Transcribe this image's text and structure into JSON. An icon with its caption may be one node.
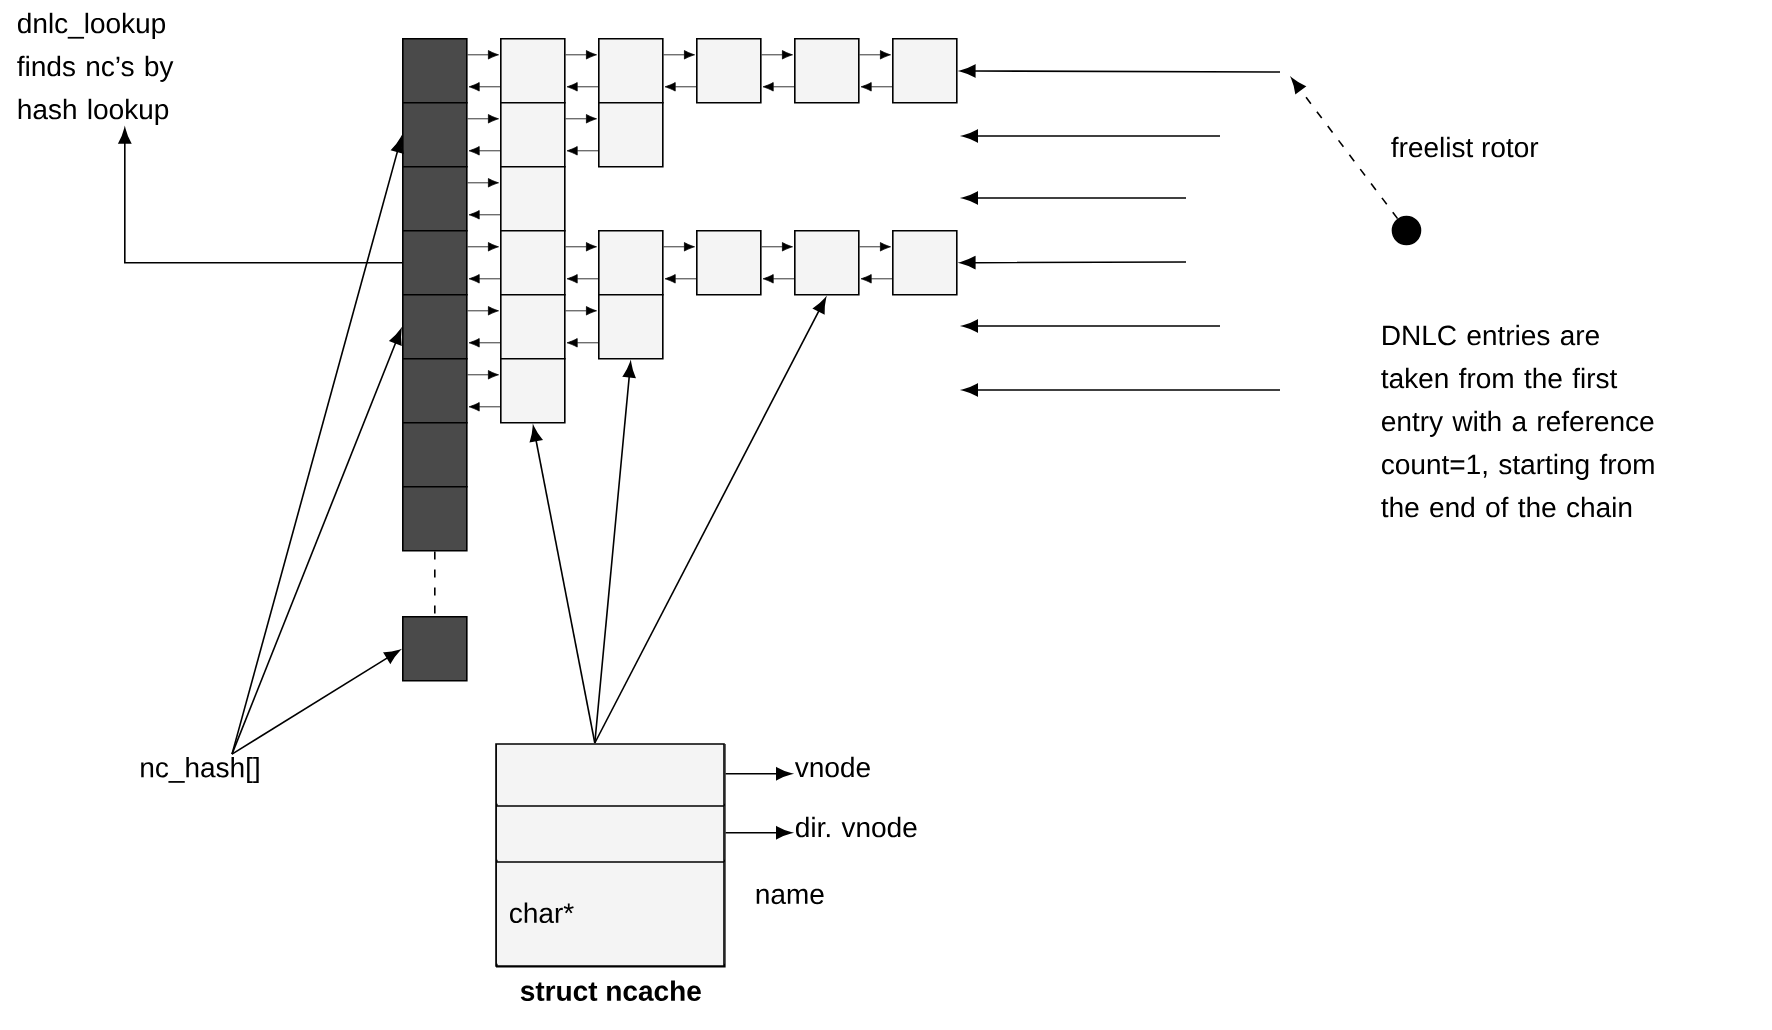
{
  "diagram": {
    "nodes": [
      {
        "text": [
          "dnlc_lookup finds nc’s by hash lookup"
        ]
      },
      {
        "text": [],
        "shape": "box"
      },
      {
        "text": [],
        "shape": "box"
      },
      {
        "text": [],
        "shape": "box"
      },
      {
        "text": [],
        "shape": "box"
      },
      {
        "text": [],
        "shape": "box"
      },
      {
        "text": [],
        "shape": "box"
      },
      {
        "text": [],
        "shape": "box"
      },
      {
        "text": [],
        "shape": "box"
      },
      {
        "text": [],
        "shape": "box"
      },
      {
        "text": [],
        "shape": "box"
      },
      {
        "text": [],
        "shape": "box"
      },
      {
        "text": [],
        "shape": "box"
      },
      {
        "text": [],
        "shape": "box"
      },
      {
        "text": [],
        "shape": "box"
      },
      {
        "text": [],
        "shape": "box"
      },
      {
        "text": [],
        "shape": "box"
      },
      {
        "text": [],
        "shape": "box"
      },
      {
        "text": [],
        "shape": "box"
      },
      {
        "text": [],
        "shape": "box"
      },
      {
        "text": [],
        "shape": "box"
      },
      {
        "text": [],
        "shape": "box"
      },
      {
        "text": [],
        "shape": "box"
      },
      {
        "text": [],
        "shape": "box"
      },
      {
        "text": [],
        "shape": "box"
      },
      {
        "text": [],
        "shape": "box"
      },
      {
        "text": [],
        "shape": "circle",
        "beside": [
          "freelist rotor"
        ]
      },
      {
        "text": [
          "nc_hash[]"
        ]
      },
      {
        "text": [
          "struct ncache"
        ]
      },
      {
        "text": [],
        "shape": "box",
        "in": 28
      },
      {
        "text": [],
        "shape": "box",
        "in": 28
      },
      {
        "text": [
          "char*"
        ],
        "in": 28,
        "beside": [
          "name"
        ]
      },
      {
        "text": [
          "vnode"
        ]
      },
      {
        "text": [
          "dir. vnode"
        ]
      }
    ],
    "edges": [
      {
        "from": 1,
        "to": 10,
        "arrow": "to"
      },
      {
        "from": 10,
        "to": 1,
        "arrow": "to"
      },
      {
        "from": 2,
        "to": 15,
        "arrow": "to"
      },
      {
        "from": 15,
        "to": 2,
        "arrow": "to"
      },
      {
        "from": 3,
        "to": 17,
        "arrow": "to"
      },
      {
        "from": 17,
        "to": 3,
        "arrow": "to"
      },
      {
        "from": 4,
        "to": 18,
        "arrow": "to"
      },
      {
        "from": 18,
        "to": 4,
        "arrow": "to"
      },
      {
        "from": 5,
        "to": 23,
        "arrow": "to"
      },
      {
        "from": 23,
        "to": 5,
        "arrow": "to"
      },
      {
        "from": 6,
        "to": 25,
        "arrow": "to"
      },
      {
        "from": 25,
        "to": 6,
        "arrow": "to"
      },
      {
        "from": 10,
        "to": 11,
        "arrow": "to"
      },
      {
        "from": 11,
        "to": 10,
        "arrow": "to"
      },
      {
        "from": 11,
        "to": 12,
        "arrow": "to"
      },
      {
        "from": 12,
        "to": 11,
        "arrow": "to"
      },
      {
        "from": 12,
        "to": 13,
        "arrow": "to"
      },
      {
        "from": 13,
        "to": 12,
        "arrow": "to"
      },
      {
        "from": 13,
        "to": 14,
        "arrow": "to"
      },
      {
        "from": 14,
        "to": 13,
        "arrow": "to"
      },
      {
        "from": 15,
        "to": 16,
        "arrow": "to"
      },
      {
        "from": 16,
        "to": 15,
        "arrow": "to"
      },
      {
        "from": 18,
        "to": 19,
        "arrow": "to"
      },
      {
        "from": 19,
        "to": 18,
        "arrow": "to"
      },
      {
        "from": 19,
        "to": 20,
        "arrow": "to"
      },
      {
        "from": 20,
        "to": 19,
        "arrow": "to"
      },
      {
        "from": 20,
        "to": 21,
        "arrow": "to"
      },
      {
        "from": 21,
        "to": 20,
        "arrow": "to"
      },
      {
        "from": 21,
        "to": 22,
        "arrow": "to"
      },
      {
        "from": 22,
        "to": 21,
        "arrow": "to"
      },
      {
        "from": 23,
        "to": 24,
        "arrow": "to"
      },
      {
        "from": 24,
        "to": 23,
        "arrow": "to"
      },
      {
        "from": 8,
        "to": 9,
        "arrow": "none",
        "style": "dashed"
      },
      {
        "from": null,
        "to": 14,
        "arrow": "to"
      },
      {
        "from": null,
        "to": 22,
        "arrow": "to"
      },
      {
        "from": 26,
        "to": null,
        "arrow": "to",
        "style": "dashed"
      },
      {
        "from": 4,
        "to": 0,
        "arrow": "to"
      },
      {
        "from": 27,
        "to": 2,
        "arrow": "to"
      },
      {
        "from": 27,
        "to": 5,
        "arrow": "to"
      },
      {
        "from": 27,
        "to": 9,
        "arrow": "to"
      },
      {
        "from": 29,
        "to": 25,
        "arrow": "to"
      },
      {
        "from": 29,
        "to": 24,
        "arrow": "to"
      },
      {
        "from": 29,
        "to": 21,
        "arrow": "to"
      },
      {
        "from": 29,
        "to": 32,
        "arrow": "to"
      },
      {
        "from": 30,
        "to": 33,
        "arrow": "to"
      }
    ],
    "labels": [
      "DNLC entries are taken from the first entry with a reference count=1, starting from the end of the chain"
    ]
  }
}
